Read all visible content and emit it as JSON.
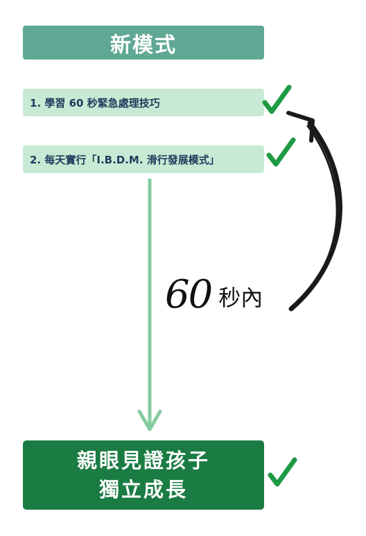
{
  "colors": {
    "header_bg": "#5fa894",
    "step_bg": "#c8ead4",
    "step_text": "#1e3a5c",
    "result_bg": "#1b7c43",
    "flow_arrow": "#86cba0",
    "check": "#1e9a44",
    "curved_arrow": "#1a1a1a"
  },
  "header": {
    "title": "新模式"
  },
  "steps": [
    {
      "label": "1. 學習 60 秒緊急處理技巧",
      "checked": true
    },
    {
      "label": "2. 每天實行「I.B.D.M. 滑行發展模式」",
      "checked": true
    }
  ],
  "annotation": {
    "number": "60",
    "text": "秒內"
  },
  "result": {
    "line1": "親眼見證孩子",
    "line2": "獨立成長",
    "checked": true
  },
  "icons": {
    "check": "check-mark-icon",
    "flow_arrow": "arrow-down-icon",
    "curved_arrow": "curved-arrow-up-icon"
  }
}
